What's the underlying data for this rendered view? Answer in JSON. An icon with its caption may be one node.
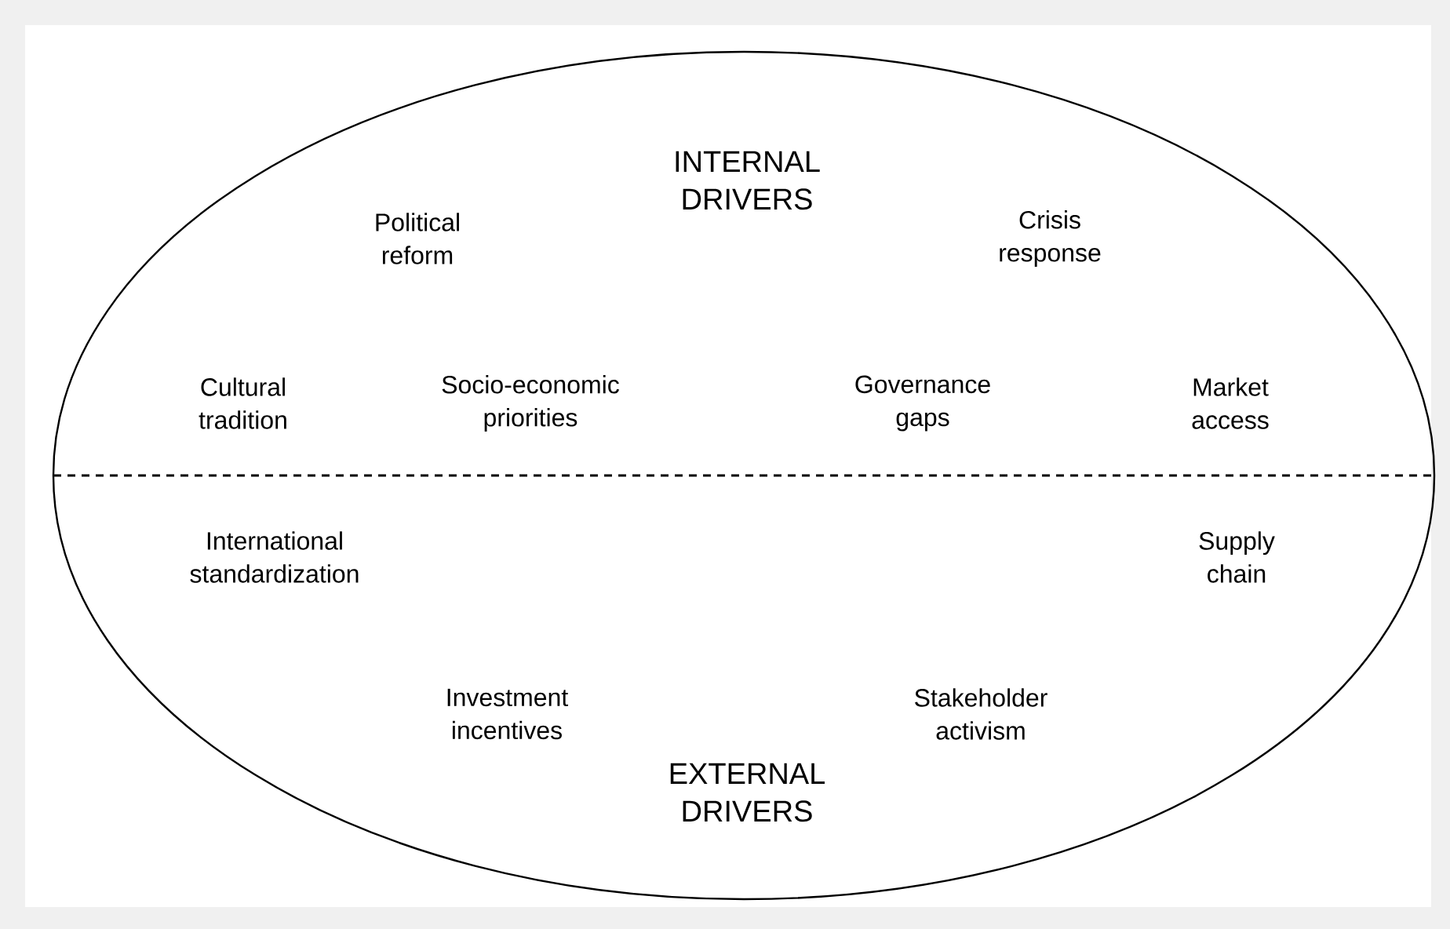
{
  "diagram": {
    "nodes": [
      {
        "text": [
          "INTERNAL DRIVERS",
          "EXTERNAL DRIVERS"
        ]
      }
    ],
    "labels": [
      "Political reform",
      "Crisis response",
      "Cultural tradition",
      "Socio-economic priorities",
      "Governance gaps",
      "Market access",
      "International standardization",
      "Supply chain",
      "Investment incentives",
      "Stakeholder activism"
    ]
  }
}
